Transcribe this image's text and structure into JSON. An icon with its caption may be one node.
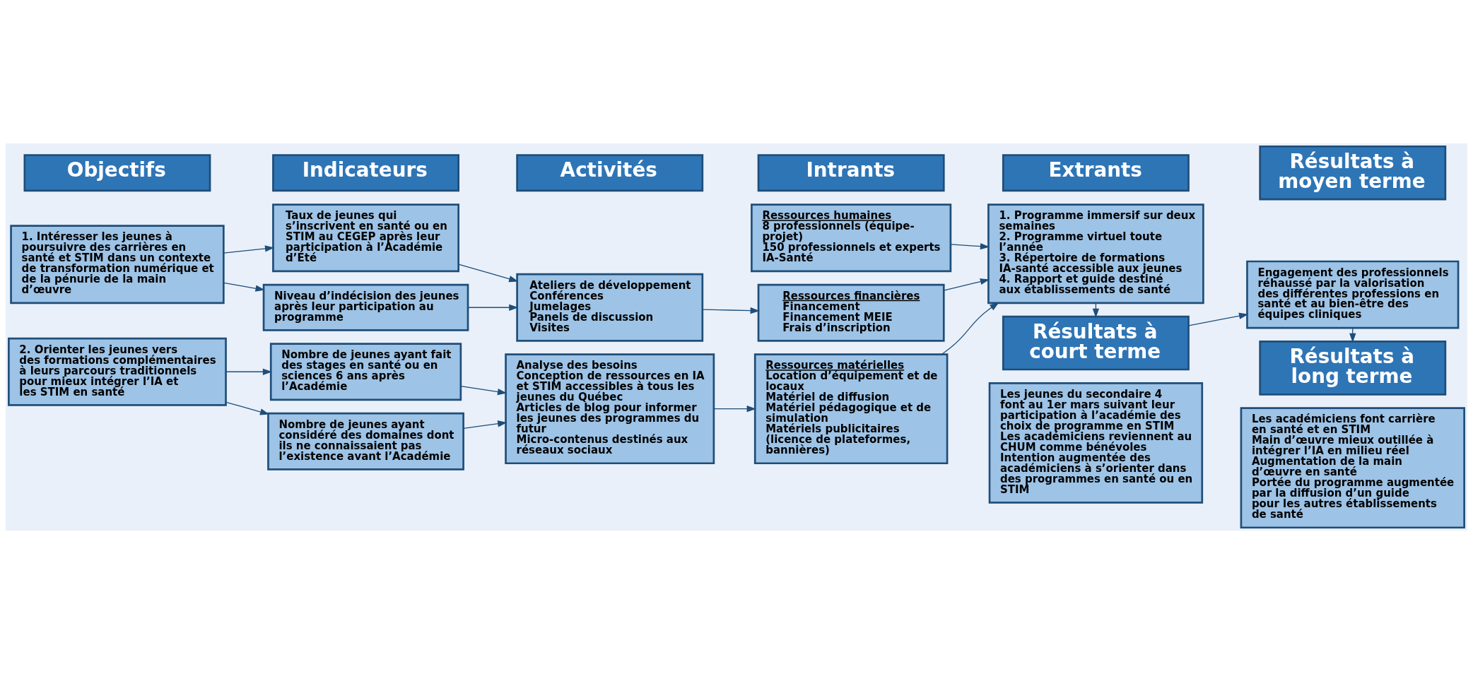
{
  "diagram": {
    "nodes": [
      {
        "text": [
          "Objectifs"
        ]
      },
      {
        "text": [
          "Indicateurs"
        ]
      },
      {
        "text": [
          "Activités"
        ]
      },
      {
        "text": [
          "Intrants"
        ]
      },
      {
        "text": [
          "Extrants"
        ]
      },
      {
        "text": [
          "Résultats à moyen terme"
        ]
      },
      {
        "text": [
          "1. Intéresser les jeunes à poursuivre des carrières en santé et STIM dans un contexte de transformation numérique et de la pénurie de la main d’œuvre"
        ]
      },
      {
        "text": [
          "2. Orienter les jeunes vers des formations complémentaires à leurs parcours traditionnels pour mieux intégrer l’IA et les STIM en santé"
        ]
      },
      {
        "text": [
          "Taux de jeunes qui s’inscrivent en santé ou en STIM au CEGEP après leur participation à l’Académie d’Été"
        ]
      },
      {
        "text": [
          "Niveau d’indécision des jeunes après leur participation au programme"
        ]
      },
      {
        "text": [
          "Nombre de jeunes ayant fait des stages en santé ou en sciences 6 ans après l’Académie"
        ]
      },
      {
        "text": [
          "Nombre de jeunes ayant considéré des domaines dont ils ne connaissaient pas l’existence avant l’Académie"
        ]
      },
      {
        "text": [
          "Ateliers de développement",
          "Conférences",
          "Jumelages",
          "Panels de discussion",
          "Visites"
        ]
      },
      {
        "text": [
          "Analyse des besoins",
          "Conception de ressources en IA et STIM accessibles à tous les jeunes du Québec",
          "Articles de blog pour informer les jeunes des programmes du futur",
          "Micro-contenus destinés aux réseaux sociaux"
        ]
      },
      {
        "text": [
          "Ressources humaines",
          "8 professionnels (équipe-projet)",
          "150 professionnels et experts IA-Santé"
        ]
      },
      {
        "text": [
          "Ressources financières",
          "Financement",
          "Financement MEIE",
          "Frais d’inscription"
        ]
      },
      {
        "text": [
          "Ressources matérielles",
          "Location d’équipement et de locaux",
          "Matériel de diffusion",
          "Matériel pédagogique et de simulation",
          "Matériels publicitaires (licence de plateformes, bannières)"
        ]
      },
      {
        "text": [
          "1. Programme immersif sur deux semaines",
          "2. Programme virtuel toute l’année",
          "3. Répertoire de formations IA-santé accessible aux jeunes",
          "4. Rapport et guide destiné aux établissements de santé"
        ]
      },
      {
        "text": [
          "Engagement des professionnels réhaussé par la valorisation des différentes professions en santé et au bien-être des équipes cliniques"
        ]
      },
      {
        "text": [
          "Résultats à court terme"
        ]
      },
      {
        "text": [
          "Résultats à long terme"
        ]
      },
      {
        "text": [
          "Les jeunes du secondaire 4 font au 1er mars suivant leur participation à l’académie des choix de programme en STIM",
          "Les académiciens reviennent au CHUM comme bénévoles",
          "Intention augmentée des académiciens à s’orienter dans des programmes en santé ou en STIM"
        ]
      },
      {
        "text": [
          "Les académiciens font carrière en santé et en STIM",
          "Main d’œuvre mieux outillée à intégrer l’IA en milieu réel",
          "Augmentation de la main d’œuvre en santé",
          "Portée du programme augmentée par la diffusion d’un guide pour les autres établissements de santé"
        ]
      }
    ],
    "edges": [
      {
        "from": 6,
        "to": 8,
        "arrow": "to"
      },
      {
        "from": 6,
        "to": 9,
        "arrow": "to"
      },
      {
        "from": 7,
        "to": 10,
        "arrow": "to"
      },
      {
        "from": 7,
        "to": 11,
        "arrow": "to"
      },
      {
        "from": 8,
        "to": 12,
        "arrow": "to"
      },
      {
        "from": 9,
        "to": 12,
        "arrow": "to"
      },
      {
        "from": 10,
        "to": 13,
        "arrow": "to"
      },
      {
        "from": 11,
        "to": 13,
        "arrow": "to"
      },
      {
        "from": 12,
        "to": 15,
        "arrow": "to"
      },
      {
        "from": 13,
        "to": 16,
        "arrow": "to"
      },
      {
        "from": 14,
        "to": 17,
        "arrow": "to"
      },
      {
        "from": 15,
        "to": 17,
        "arrow": "to"
      },
      {
        "from": 16,
        "to": 17,
        "arrow": "to"
      },
      {
        "from": 17,
        "to": 19,
        "arrow": "to"
      },
      {
        "from": 19,
        "to": 18,
        "arrow": "to"
      },
      {
        "from": 18,
        "to": 20,
        "arrow": "to"
      }
    ]
  }
}
